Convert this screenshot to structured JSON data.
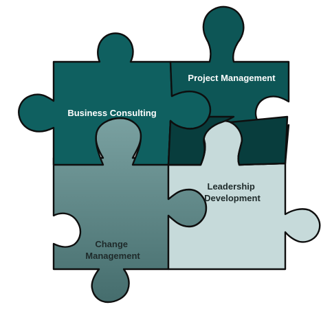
{
  "pieces": {
    "business_consulting": {
      "label": "Business Consulting",
      "color": "#0f6060"
    },
    "project_management": {
      "label": "Project Management",
      "color": "#0d5656"
    },
    "change_management": {
      "label_line1": "Change",
      "label_line2": "Management",
      "color": "#4f7b7b"
    },
    "leadership_development": {
      "label_line1": "Leadership",
      "label_line2": "Development",
      "color": "#c6dada"
    }
  },
  "colors": {
    "overlap_dark": "#083d3d",
    "change_top": "#7aa1a1",
    "change_bottom": "#456d6d",
    "outline": "#0e0e0e"
  }
}
